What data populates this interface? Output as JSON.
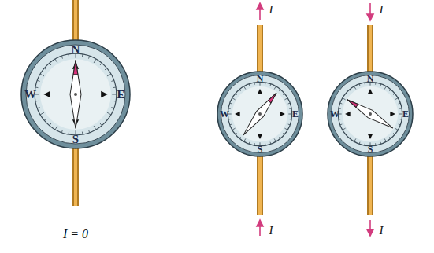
{
  "diagram": {
    "nodes": [
      {
        "text": [
          "N",
          "W",
          "E",
          "S"
        ]
      },
      {
        "text": [
          "N",
          "W",
          "E",
          "S"
        ]
      },
      {
        "text": [
          "N",
          "W",
          "E",
          "S"
        ]
      }
    ],
    "labels": [
      "I = 0",
      "I",
      "I",
      "I",
      "I"
    ]
  }
}
